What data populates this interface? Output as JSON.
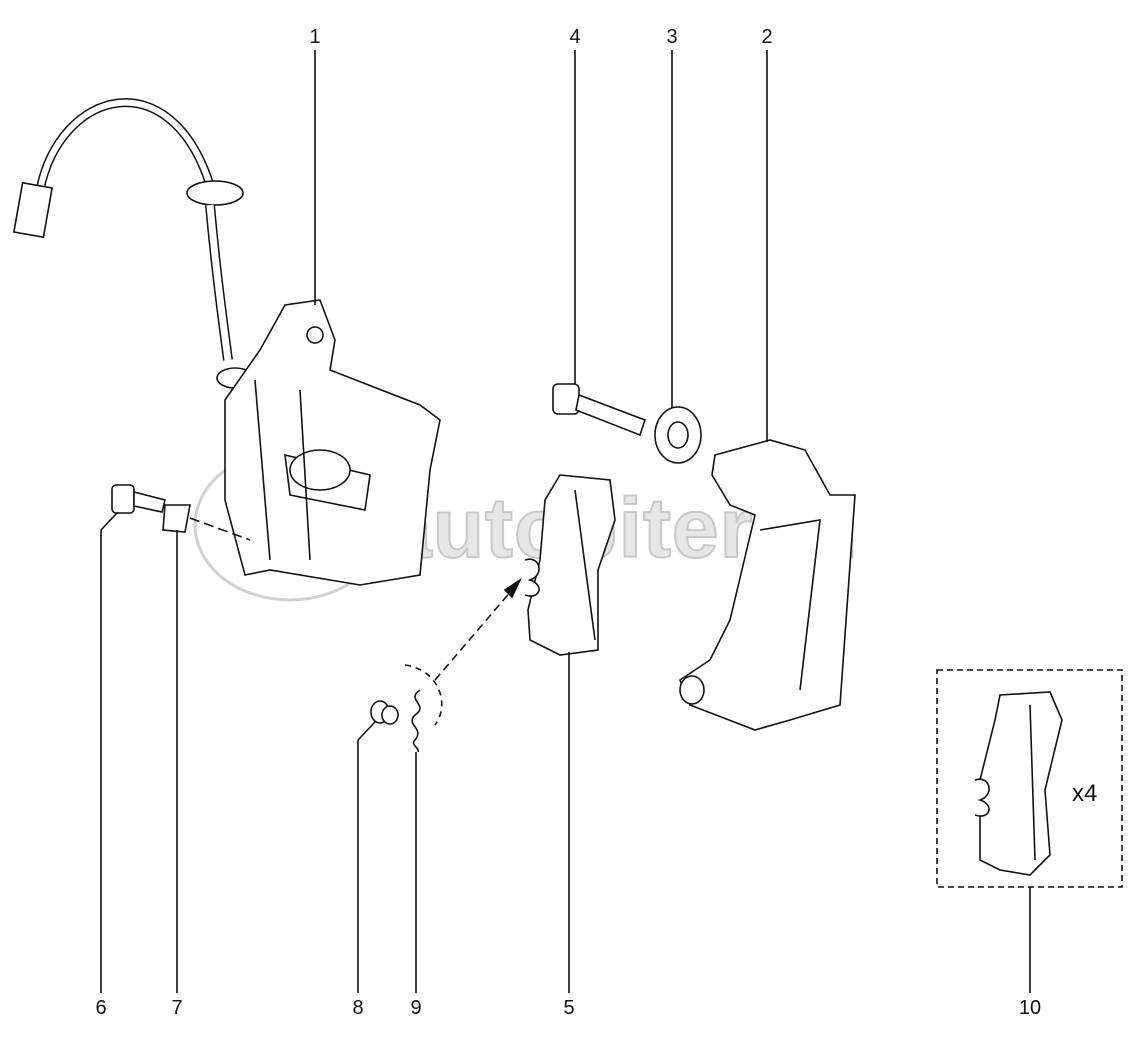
{
  "diagram": {
    "callouts": [
      {
        "id": "1",
        "label": "1"
      },
      {
        "id": "2",
        "label": "2"
      },
      {
        "id": "3",
        "label": "3"
      },
      {
        "id": "4",
        "label": "4"
      },
      {
        "id": "5",
        "label": "5"
      },
      {
        "id": "6",
        "label": "6"
      },
      {
        "id": "7",
        "label": "7"
      },
      {
        "id": "8",
        "label": "8"
      },
      {
        "id": "9",
        "label": "9"
      },
      {
        "id": "10",
        "label": "10"
      }
    ],
    "kit_quantity": "x4",
    "watermark": "autopiter.ru"
  }
}
